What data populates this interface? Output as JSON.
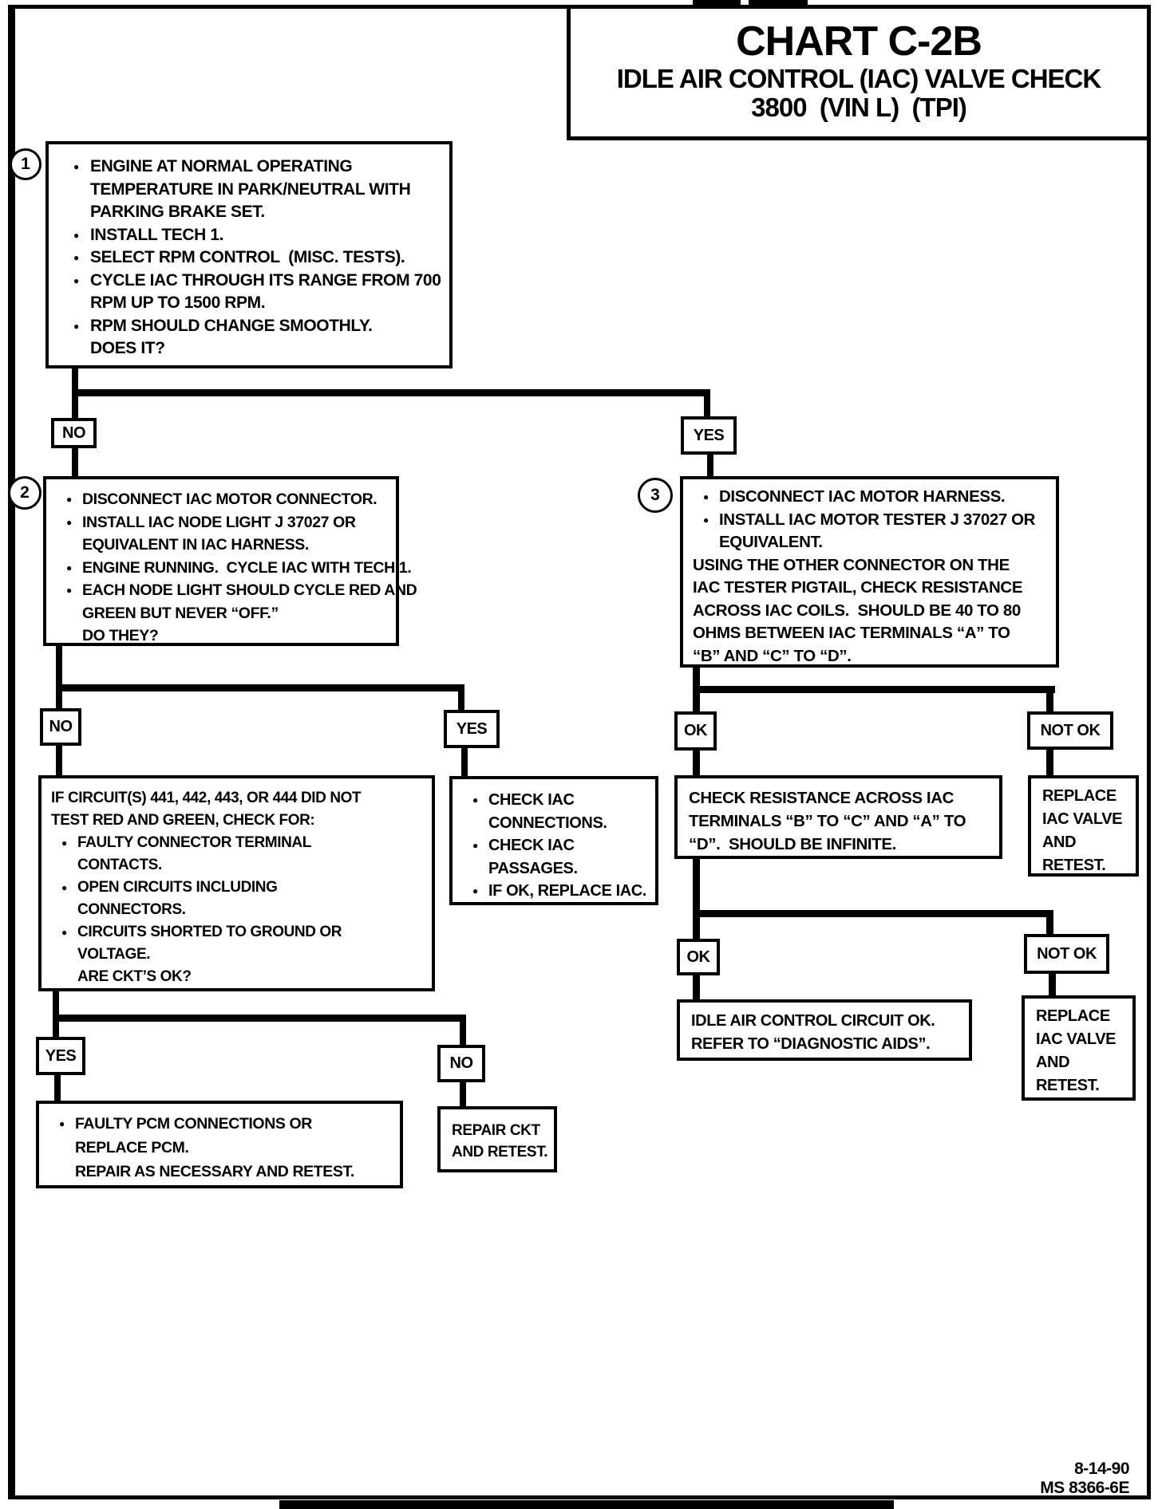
{
  "page": {
    "title": "CHART C-2B",
    "subtitle1": "IDLE AIR CONTROL (IAC) VALVE CHECK",
    "subtitle2": "3800  (VIN L)  (TPI)",
    "footer_date": "8-14-90",
    "footer_code": "MS 8366-6E"
  },
  "steps": {
    "step1": {
      "num": "1",
      "lines": [
        {
          "s": "b",
          "t": "ENGINE AT NORMAL OPERATING"
        },
        {
          "s": "c",
          "t": "TEMPERATURE IN PARK/NEUTRAL WITH"
        },
        {
          "s": "c",
          "t": "PARKING BRAKE SET."
        },
        {
          "s": "b",
          "t": "INSTALL TECH 1."
        },
        {
          "s": "b",
          "t": "SELECT RPM CONTROL  (MISC. TESTS)."
        },
        {
          "s": "b",
          "t": "CYCLE IAC THROUGH ITS RANGE FROM 700"
        },
        {
          "s": "c",
          "t": "RPM UP TO 1500 RPM."
        },
        {
          "s": "b",
          "t": "RPM SHOULD CHANGE SMOOTHLY."
        },
        {
          "s": "c",
          "t": "DOES IT?"
        }
      ]
    },
    "step2": {
      "num": "2",
      "lines": [
        {
          "s": "b",
          "t": "DISCONNECT IAC MOTOR CONNECTOR."
        },
        {
          "s": "b",
          "t": "INSTALL IAC NODE LIGHT J 37027 OR"
        },
        {
          "s": "c",
          "t": "EQUIVALENT IN IAC HARNESS."
        },
        {
          "s": "b",
          "t": "ENGINE RUNNING.  CYCLE IAC WITH TECH 1."
        },
        {
          "s": "b",
          "t": "EACH NODE LIGHT SHOULD CYCLE RED AND"
        },
        {
          "s": "c",
          "t": "GREEN BUT NEVER “OFF.”"
        },
        {
          "s": "c",
          "t": "DO THEY?"
        }
      ]
    },
    "step3": {
      "num": "3",
      "lines": [
        {
          "s": "b",
          "t": "DISCONNECT IAC MOTOR HARNESS."
        },
        {
          "s": "b",
          "t": "INSTALL IAC MOTOR TESTER J 37027 OR"
        },
        {
          "s": "c",
          "t": "EQUIVALENT."
        },
        {
          "s": "p",
          "t": "USING THE OTHER CONNECTOR ON THE"
        },
        {
          "s": "p",
          "t": "IAC TESTER PIGTAIL, CHECK RESISTANCE"
        },
        {
          "s": "p",
          "t": "ACROSS IAC COILS.  SHOULD BE 40 TO 80"
        },
        {
          "s": "p",
          "t": "OHMS BETWEEN IAC TERMINALS “A” TO"
        },
        {
          "s": "p",
          "t": "“B” AND “C” TO “D”."
        }
      ]
    }
  },
  "boxes": {
    "if_circuits": {
      "lines": [
        {
          "s": "p",
          "t": "IF CIRCUIT(S) 441, 442, 443, OR 444 DID NOT"
        },
        {
          "s": "p",
          "t": "TEST RED AND GREEN, CHECK FOR:"
        },
        {
          "s": "b",
          "t": "FAULTY CONNECTOR TERMINAL"
        },
        {
          "s": "c",
          "t": "CONTACTS."
        },
        {
          "s": "b",
          "t": "OPEN CIRCUITS INCLUDING"
        },
        {
          "s": "c",
          "t": "CONNECTORS."
        },
        {
          "s": "b",
          "t": "CIRCUITS SHORTED TO GROUND OR"
        },
        {
          "s": "c",
          "t": "VOLTAGE."
        },
        {
          "s": "c",
          "t": "ARE CKT’S OK?"
        }
      ]
    },
    "check_iac": {
      "lines": [
        {
          "s": "b",
          "t": "CHECK IAC"
        },
        {
          "s": "c",
          "t": "CONNECTIONS."
        },
        {
          "s": "b",
          "t": "CHECK IAC"
        },
        {
          "s": "c",
          "t": "PASSAGES."
        },
        {
          "s": "b",
          "t": "IF OK, REPLACE IAC."
        }
      ]
    },
    "check_resistance": {
      "lines": [
        {
          "s": "p",
          "t": "CHECK RESISTANCE ACROSS IAC"
        },
        {
          "s": "p",
          "t": "TERMINALS “B” TO “C” AND “A” TO"
        },
        {
          "s": "p",
          "t": "“D”.  SHOULD BE INFINITE."
        }
      ]
    },
    "replace_iac_1": {
      "lines": [
        {
          "s": "p",
          "t": "REPLACE"
        },
        {
          "s": "p",
          "t": "IAC VALVE"
        },
        {
          "s": "p",
          "t": "AND"
        },
        {
          "s": "p",
          "t": "RETEST."
        }
      ]
    },
    "idle_ok": {
      "lines": [
        {
          "s": "p",
          "t": "IDLE AIR CONTROL CIRCUIT OK."
        },
        {
          "s": "p",
          "t": "REFER TO “DIAGNOSTIC AIDS”."
        }
      ]
    },
    "replace_iac_2": {
      "lines": [
        {
          "s": "p",
          "t": "REPLACE"
        },
        {
          "s": "p",
          "t": "IAC VALVE"
        },
        {
          "s": "p",
          "t": "AND"
        },
        {
          "s": "p",
          "t": "RETEST."
        }
      ]
    },
    "faulty_pcm": {
      "lines": [
        {
          "s": "b",
          "t": "FAULTY PCM CONNECTIONS OR"
        },
        {
          "s": "c",
          "t": "REPLACE PCM."
        },
        {
          "s": "c",
          "t": "REPAIR AS NECESSARY AND RETEST."
        }
      ]
    },
    "repair_ckt": {
      "lines": [
        {
          "s": "p",
          "t": "REPAIR CKT"
        },
        {
          "s": "p",
          "t": "AND RETEST."
        }
      ]
    }
  },
  "labels": {
    "no1": "NO",
    "yes1": "YES",
    "no2": "NO",
    "yes2": "YES",
    "ok1": "OK",
    "not_ok1": "NOT OK",
    "yes3": "YES",
    "no3": "NO",
    "ok2": "OK",
    "not_ok2": "NOT OK"
  }
}
